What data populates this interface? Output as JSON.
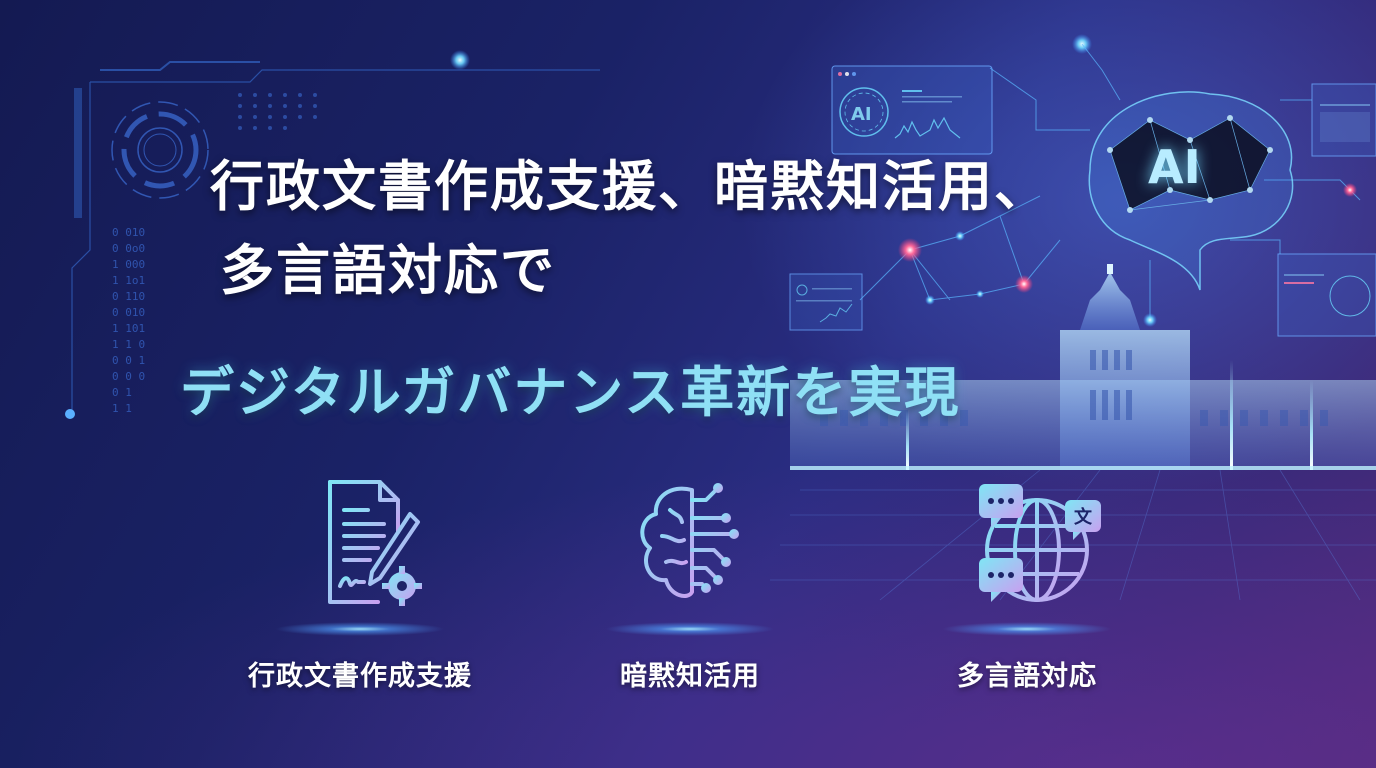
{
  "hero": {
    "headline_line1": "行政文書作成支援、暗黙知活用、",
    "headline_line2": "多言語対応で",
    "subheadline": "デジタルガバナンス革新を実現"
  },
  "decor": {
    "ai_badge": "AI",
    "panel_ai_label": "AI",
    "binary_columns": [
      "0 010",
      "0 0o0",
      "1 000",
      "1 1o1",
      "0 110",
      "0 010",
      "1 101",
      "1 1 0",
      "0 0 1",
      "0 0 0",
      "0 1",
      "1 1"
    ]
  },
  "features": [
    {
      "icon": "document-pen-gear-icon",
      "label": "行政文書作成支援"
    },
    {
      "icon": "brain-circuit-icon",
      "label": "暗黙知活用"
    },
    {
      "icon": "globe-speech-bubbles-icon",
      "label": "多言語対応",
      "bubble_text": "文"
    }
  ],
  "colors": {
    "bg_dark": "#141a52",
    "bg_purple": "#4a2a78",
    "headline": "#ffffff",
    "subheadline": "#8fe0f5",
    "icon_cyan": "#7fe6f5",
    "icon_violet": "#c8a0f0",
    "node_red": "#ff5a8a"
  }
}
